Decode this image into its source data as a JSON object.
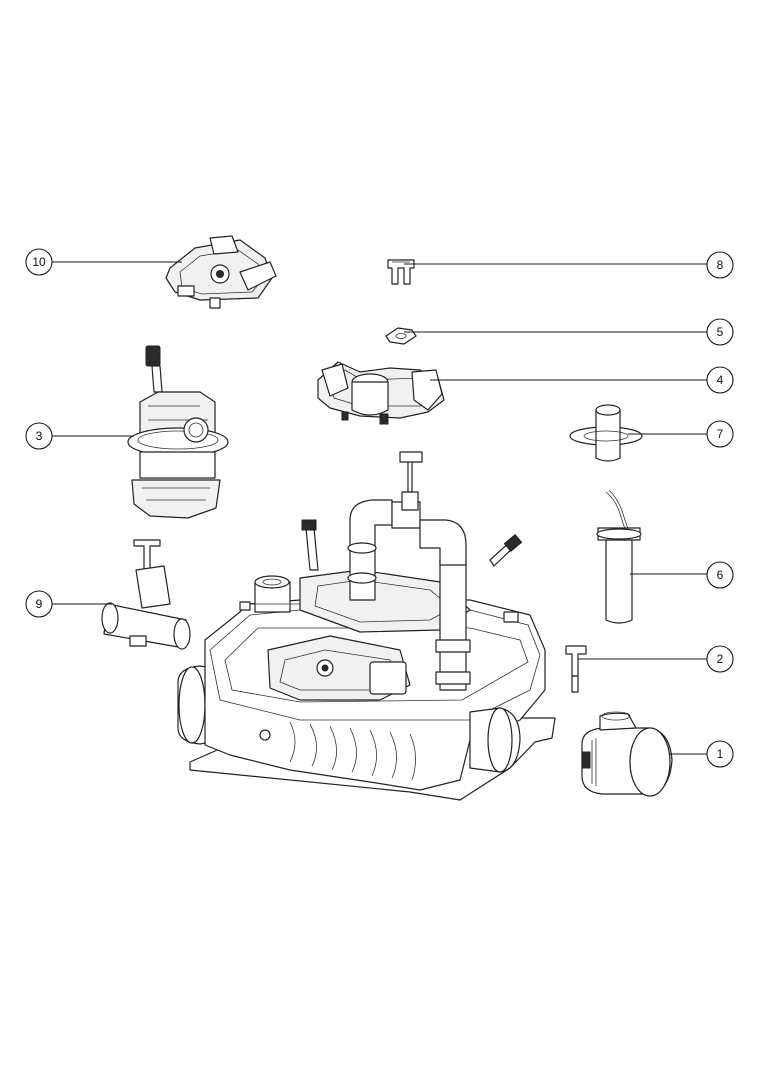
{
  "callouts": [
    {
      "id": "callout-10",
      "number": "10"
    },
    {
      "id": "callout-8",
      "number": "8"
    },
    {
      "id": "callout-5",
      "number": "5"
    },
    {
      "id": "callout-4",
      "number": "4"
    },
    {
      "id": "callout-3",
      "number": "3"
    },
    {
      "id": "callout-7",
      "number": "7"
    },
    {
      "id": "callout-6",
      "number": "6"
    },
    {
      "id": "callout-9",
      "number": "9"
    },
    {
      "id": "callout-2",
      "number": "2"
    },
    {
      "id": "callout-1",
      "number": "1"
    }
  ],
  "colors": {
    "line": "#1a1a1a",
    "background": "#ffffff"
  }
}
